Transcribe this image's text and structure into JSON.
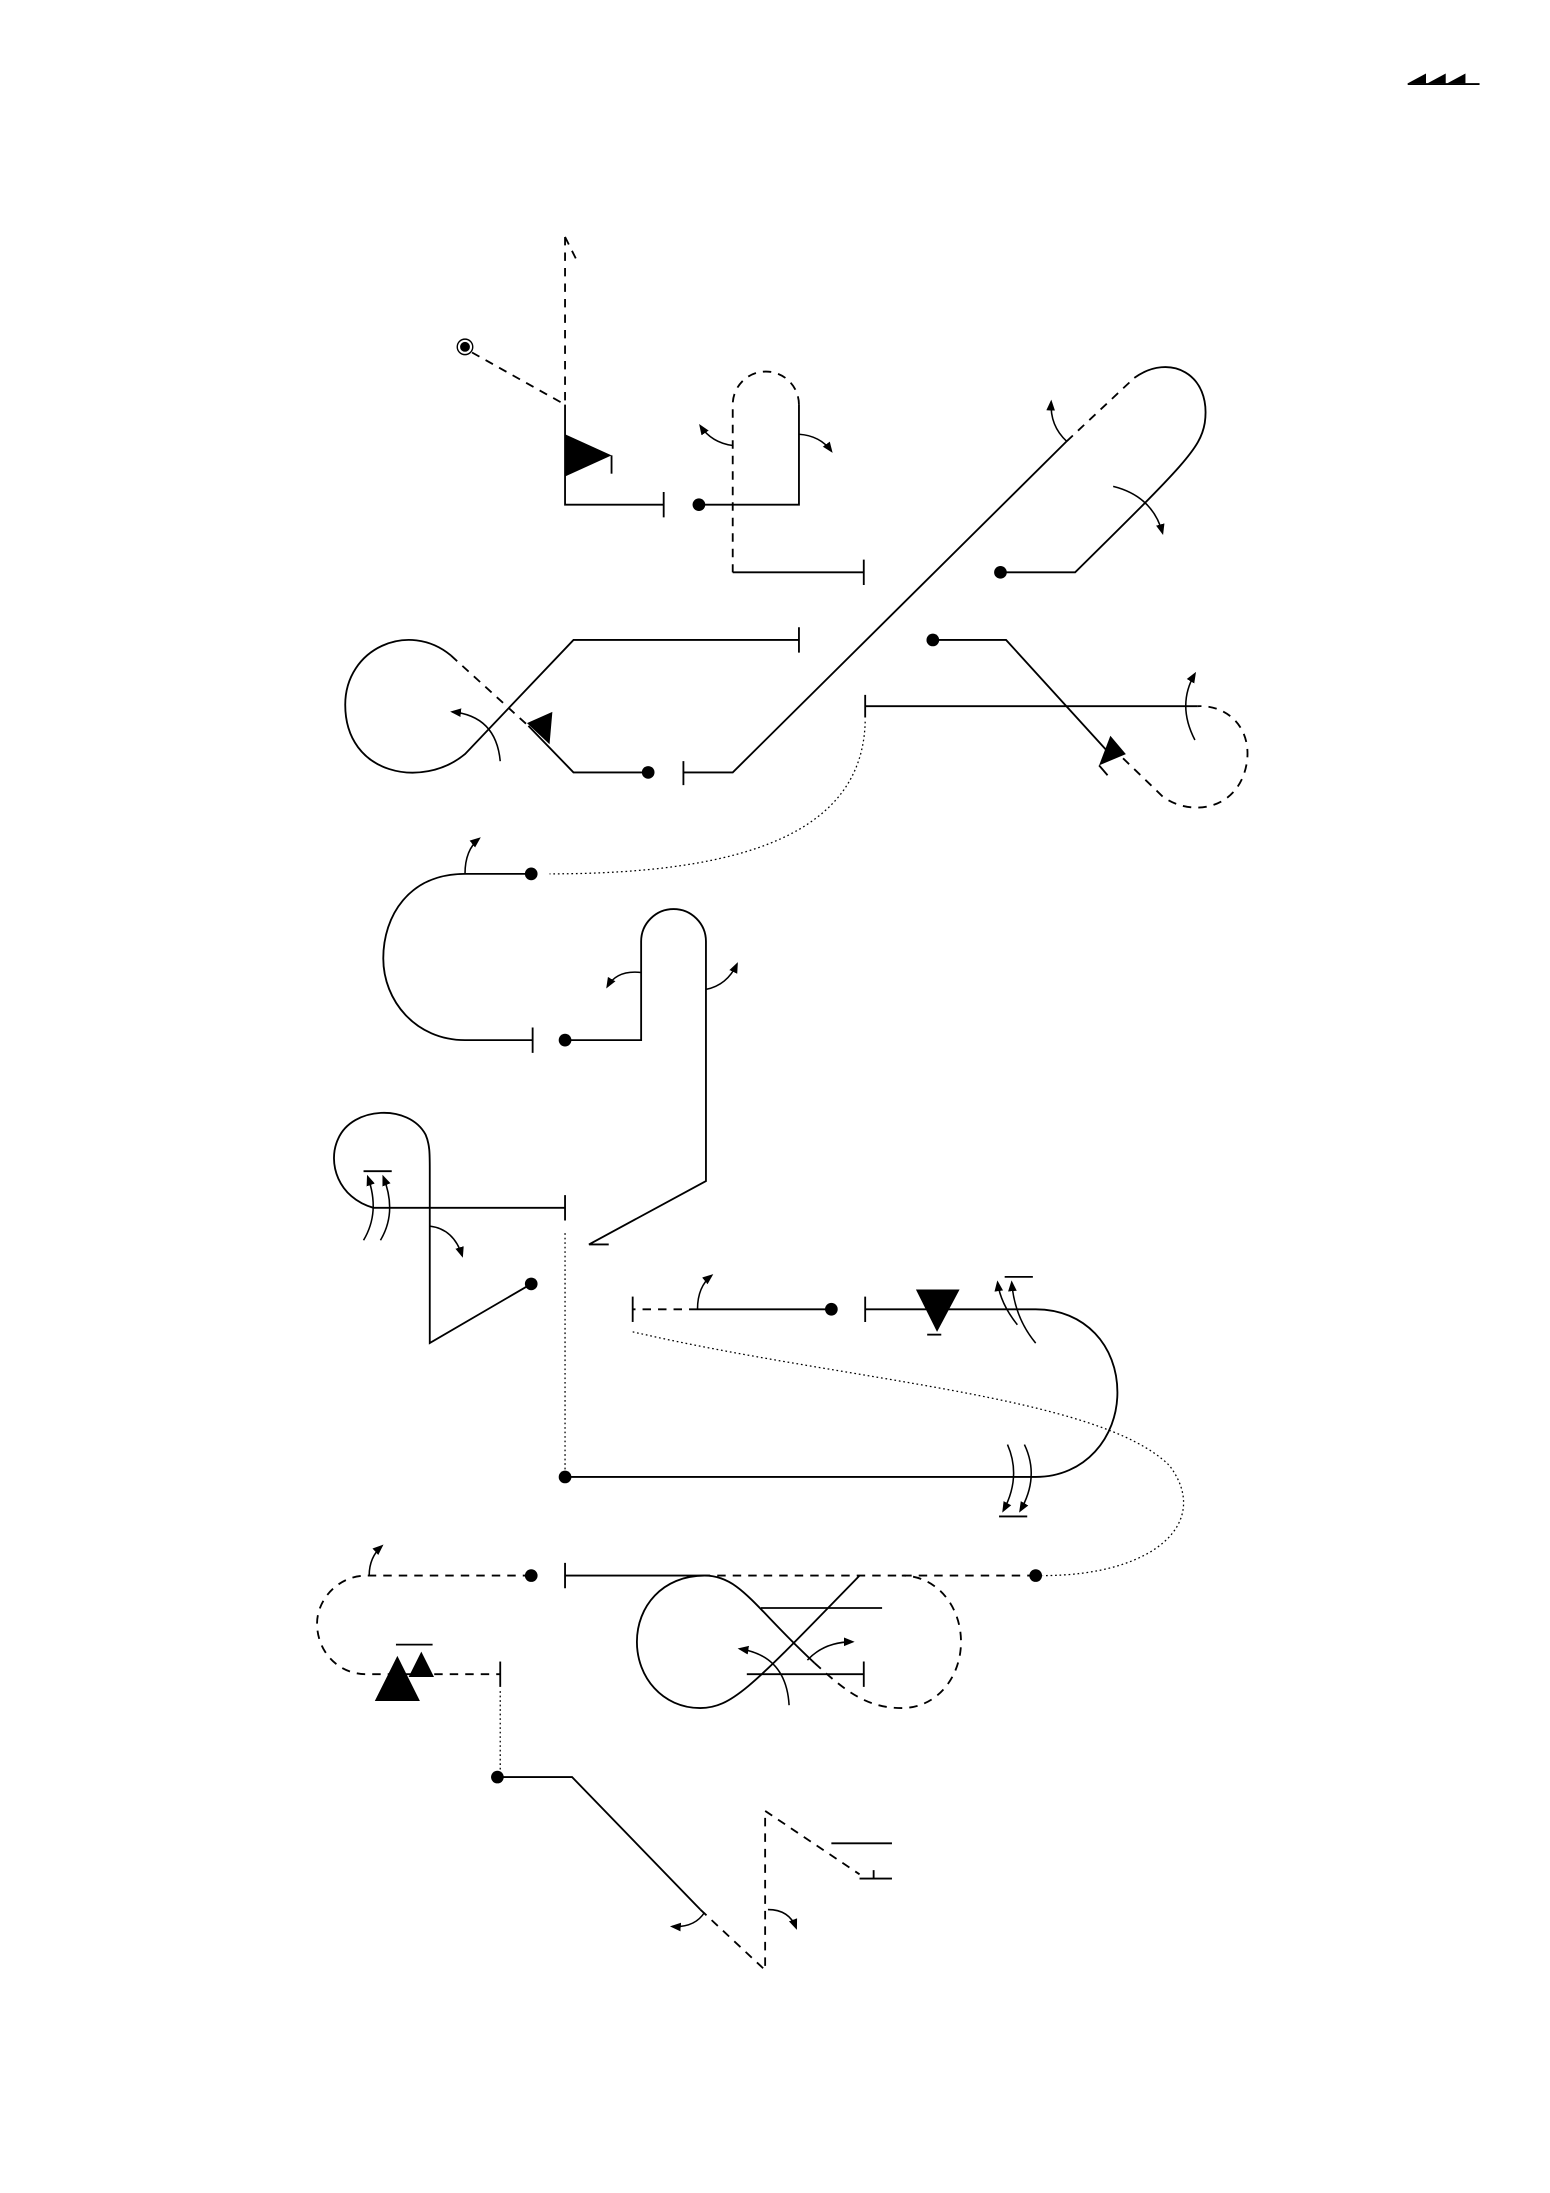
{
  "diagram": {
    "kind": "path-notation-diagram",
    "ink_color": "#000000",
    "background_color": "#ffffff",
    "legend_mark": "sawtooth-triangles-icon",
    "line_styles": [
      "solid",
      "dashed",
      "dotted"
    ],
    "symbols": [
      "start-dot",
      "end-tee",
      "filled-triangle",
      "rotation-arrow",
      "circled-dot"
    ]
  }
}
